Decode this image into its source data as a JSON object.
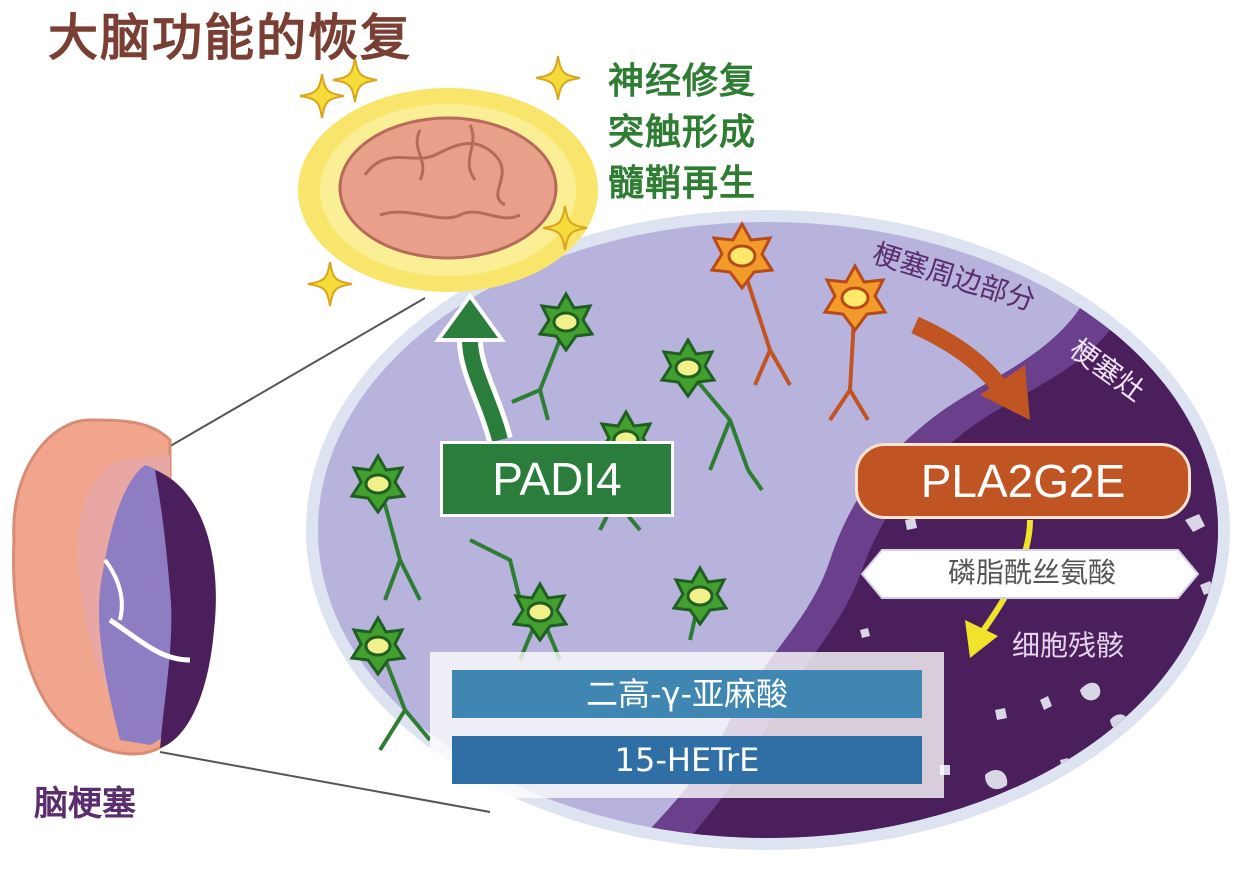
{
  "title": "大脑功能的恢复",
  "recovery_items": [
    "神经修复",
    "突触形成",
    "髓鞘再生"
  ],
  "infarct_label": "脑梗塞",
  "peri_infarct_label": "梗塞周边部分",
  "infarct_core_label": "梗塞灶",
  "padi4_label": "PADI4",
  "pla2g2e_label": "PLA2G2E",
  "phosphatidylserine_label": "磷脂酰丝氨酸",
  "cell_debris_label": "细胞残骸",
  "dgla_label": "二高-γ-亚麻酸",
  "hetre_label": "15-HETrE",
  "colors": {
    "title": "#7a3f33",
    "recovery_text": "#2e7d32",
    "healthy_neuron": "#2e7d32",
    "damaged_neuron": "#e07a22",
    "infarct_core": "#4b1f5c",
    "peri_region": "#b7b3dc",
    "padi4_box": "#2a7d3a",
    "pla2g2e_box": "#c05423",
    "lipid_box_1": "#3f86b3",
    "lipid_box_2": "#2f6fa6"
  }
}
